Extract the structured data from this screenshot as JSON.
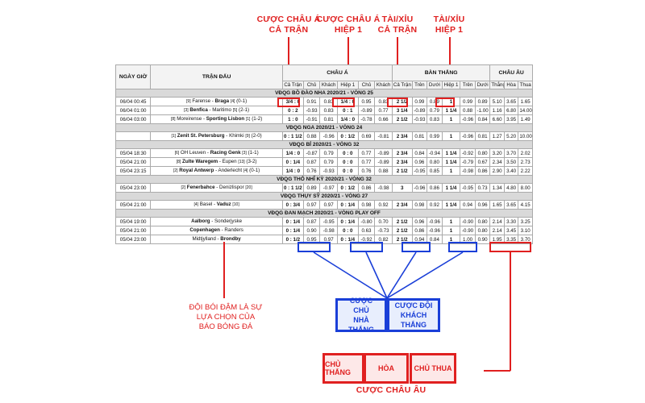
{
  "callouts": {
    "asian_full": "CƯỢC CHÂU Á\nCẢ TRẬN",
    "asian_half": "CƯỢC CHÂU Á\nHIỆP 1",
    "ou_full": "TÀI/XỈU\nCẢ TRẬN",
    "ou_half": "TÀI/XỈU\nHIỆP 1"
  },
  "table": {
    "headers": {
      "date": "NGÀY GIỜ",
      "match": "TRẬN ĐẤU",
      "asian": "CHÂU Á",
      "goals": "BÀN THẮNG",
      "euro": "CHÂU ÂU"
    },
    "subheaders": [
      "Cả Trận",
      "Chủ",
      "Khách",
      "Hiệp 1",
      "Chủ",
      "Khách",
      "Cả Trận",
      "Trên",
      "Dưới",
      "Hiệp 1",
      "Trên",
      "Dưới",
      "Thắng",
      "Hòa",
      "Thua"
    ],
    "sections": [
      {
        "league": "VĐQG BỒ ĐÀO NHA 2020/21 - VÒNG 25",
        "rows": [
          {
            "time": "06/04 00:45",
            "home_rank": "[9]",
            "home": "Farense",
            "away": "Braga",
            "away_rank": "[4]",
            "ht": "(0-1)",
            "bold": "away",
            "odds": [
              "3/4 : 0",
              "0.91",
              "0.83",
              "1/4 : 0",
              "0.95",
              "0.83",
              "2 1/2",
              "0.99",
              "0.89",
              "1",
              "0.99",
              "0.89",
              "5.10",
              "3.65",
              "1.65"
            ]
          },
          {
            "time": "06/04 01:00",
            "home_rank": "[3]",
            "home": "Benfica",
            "away": "Maritimo",
            "away_rank": "[5]",
            "ht": "(2-1)",
            "bold": "home",
            "odds": [
              "0 : 2",
              "-0.93",
              "0.83",
              "0 : 1",
              "-0.89",
              "0.77",
              "3 1/4",
              "-0.89",
              "0.79",
              "1 1/4",
              "0.88",
              "-1.00",
              "1.16",
              "6.80",
              "14.00"
            ]
          },
          {
            "time": "06/04 03:00",
            "home_rank": "[8]",
            "home": "Moreirense",
            "away": "Sporting Lisbon",
            "away_rank": "[1]",
            "ht": "(1-2)",
            "bold": "away",
            "odds": [
              "1 : 0",
              "-0.91",
              "0.81",
              "1/4 : 0",
              "-0.78",
              "0.66",
              "2 1/2",
              "-0.93",
              "0.83",
              "1",
              "-0.96",
              "0.84",
              "6.60",
              "3.95",
              "1.49"
            ]
          }
        ]
      },
      {
        "league": "VĐQG NGA 2020/21 - VÒNG 24",
        "rows": [
          {
            "time": "",
            "home_rank": "[1]",
            "home": "Zenit St. Petersburg",
            "away": "Khimki",
            "away_rank": "[9]",
            "ht": "(2-0)",
            "bold": "home",
            "odds": [
              "0 : 1 1/2",
              "0.88",
              "-0.96",
              "0 : 1/2",
              "0.69",
              "-0.81",
              "2 3/4",
              "0.81",
              "0.99",
              "1",
              "-0.96",
              "0.81",
              "1.27",
              "5.20",
              "10.00"
            ]
          }
        ]
      },
      {
        "league": "VĐQG BỈ 2020/21 - VÒNG 32",
        "rows": [
          {
            "time": "05/04 18:30",
            "home_rank": "[6]",
            "home": "OH Leuven",
            "away": "Racing Genk",
            "away_rank": "[3]",
            "ht": "(1-1)",
            "bold": "away",
            "odds": [
              "1/4 : 0",
              "-0.87",
              "0.79",
              "0 : 0",
              "0.77",
              "-0.89",
              "2 3/4",
              "0.84",
              "-0.94",
              "1 1/4",
              "-0.92",
              "0.80",
              "3.20",
              "3.70",
              "2.02"
            ]
          },
          {
            "time": "05/04 21:00",
            "home_rank": "[8]",
            "home": "Zulte Waregem",
            "away": "Eupen",
            "away_rank": "[13]",
            "ht": "(3-2)",
            "bold": "home",
            "odds": [
              "0 : 1/4",
              "0.87",
              "0.79",
              "0 : 0",
              "0.77",
              "-0.89",
              "2 3/4",
              "0.96",
              "0.80",
              "1 1/4",
              "-0.79",
              "0.67",
              "2.34",
              "3.50",
              "2.73"
            ]
          },
          {
            "time": "05/04 23:15",
            "home_rank": "[2]",
            "home": "Royal Antwerp",
            "away": "Anderlecht",
            "away_rank": "[4]",
            "ht": "(0-1)",
            "bold": "home",
            "odds": [
              "1/4 : 0",
              "0.76",
              "-0.93",
              "0 : 0",
              "0.76",
              "0.88",
              "2 1/2",
              "-0.95",
              "0.85",
              "1",
              "-0.98",
              "0.86",
              "2.90",
              "3.40",
              "2.22"
            ]
          }
        ]
      },
      {
        "league": "VĐQG THỔ NHĨ KỲ 2020/21 - VÒNG 32",
        "rows": [
          {
            "time": "05/04 23:00",
            "home_rank": "[2]",
            "home": "Fenerbahce",
            "away": "Denizlispor",
            "away_rank": "[20]",
            "ht": "",
            "bold": "home",
            "odds": [
              "0 : 1 1/2",
              "0.89",
              "-0.97",
              "0 : 1/2",
              "0.86",
              "-0.98",
              "3",
              "-0.96",
              "0.86",
              "1 1/4",
              "-0.95",
              "0.73",
              "1.34",
              "4.80",
              "8.00"
            ]
          }
        ]
      },
      {
        "league": "VĐQG THỤY SỸ 2020/21 - VÒNG 27",
        "rows": [
          {
            "time": "05/04 21:00",
            "home_rank": "[4]",
            "home": "Basel",
            "away": "Vaduz",
            "away_rank": "[10]",
            "ht": "",
            "bold": "away",
            "odds": [
              "0 : 3/4",
              "0.97",
              "0.97",
              "0 : 1/4",
              "0.98",
              "0.92",
              "2 3/4",
              "0.98",
              "0.92",
              "1 1/4",
              "0.94",
              "0.96",
              "1.65",
              "3.65",
              "4.15"
            ]
          }
        ]
      },
      {
        "league": "VĐQG ĐAN MẠCH 2020/21 - VÒNG PLAY OFF",
        "rows": [
          {
            "time": "05/04 19:00",
            "home_rank": "",
            "home": "Aalborg",
            "away": "Sonderjyske",
            "away_rank": "",
            "ht": "",
            "bold": "home",
            "odds": [
              "0 : 1/4",
              "0.87",
              "-0.95",
              "0 : 1/4",
              "-0.80",
              "0.70",
              "2 1/2",
              "0.96",
              "-0.96",
              "1",
              "-0.90",
              "0.80",
              "2.14",
              "3.30",
              "3.25"
            ]
          },
          {
            "time": "05/04 21:00",
            "home_rank": "",
            "home": "Copenhagen",
            "away": "Randers",
            "away_rank": "",
            "ht": "",
            "bold": "home",
            "odds": [
              "0 : 1/4",
              "0.90",
              "-0.98",
              "0 : 0",
              "0.63",
              "-0.73",
              "2 1/2",
              "0.86",
              "-0.96",
              "1",
              "-0.90",
              "0.80",
              "2.14",
              "3.45",
              "3.10"
            ]
          },
          {
            "time": "05/04 23:00",
            "home_rank": "",
            "home": "Midtjylland",
            "away": "Brondby",
            "away_rank": "",
            "ht": "",
            "bold": "away",
            "odds": [
              "0 : 1/2",
              "0.95",
              "0.97",
              "0 : 1/4",
              "-0.92",
              "0.82",
              "2 1/2",
              "0.94",
              "0.84",
              "1",
              "1.00",
              "0.90",
              "1.95",
              "3.35",
              "3.70"
            ]
          }
        ]
      }
    ]
  },
  "legend": {
    "home_win_asian": "CƯỢC CHỦ\nNHÀ THẮNG",
    "away_win_asian": "CƯỢC ĐỘI\nKHÁCH THẮNG",
    "euro_home": "CHỦ THẮNG",
    "euro_draw": "HÒA",
    "euro_away": "CHỦ THUA",
    "euro_caption": "CƯỢC CHÂU ÂU",
    "bold_note": "ĐỘI BÓI ĐẬM  LÀ SỰ\nLỰA CHỌN CỦA\nBÁO BÓNG ĐÁ"
  },
  "colors": {
    "callout": "#e02020",
    "blue": "#1a3fd8"
  }
}
